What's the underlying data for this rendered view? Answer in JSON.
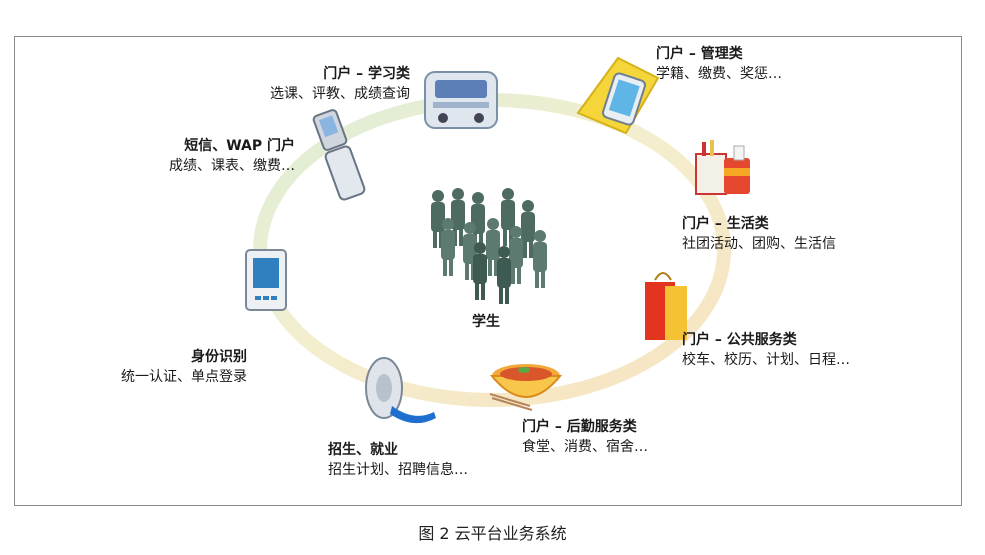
{
  "caption": "图 2  云平台业务系统",
  "center": {
    "label": "学生"
  },
  "nodes": [
    {
      "title": "门户 – 学习类",
      "desc": "选课、评教、成绩查询",
      "icon": "train-icon"
    },
    {
      "title": "门户 – 管理类",
      "desc": "学籍、缴费、奖惩…",
      "icon": "tablet-icon"
    },
    {
      "title": "短信、WAP 门户",
      "desc": "成绩、课表、缴费…",
      "icon": "flip-phone-icon"
    },
    {
      "title": "门户 – 生活类",
      "desc": "社团活动、团购、生活信",
      "icon": "fast-food-icon"
    },
    {
      "title": "身份识别",
      "desc": "统一认证、单点登录",
      "icon": "id-device-icon"
    },
    {
      "title": "门户 – 公共服务类",
      "desc": "校车、校历、计划、日程…",
      "icon": "shopping-bag-icon"
    },
    {
      "title": "门户 – 后勤服务类",
      "desc": "食堂、消费、宿舍…",
      "icon": "food-bowl-icon"
    },
    {
      "title": "招生、就业",
      "desc": "招生计划、招聘信息…",
      "icon": "film-reel-icon"
    }
  ]
}
